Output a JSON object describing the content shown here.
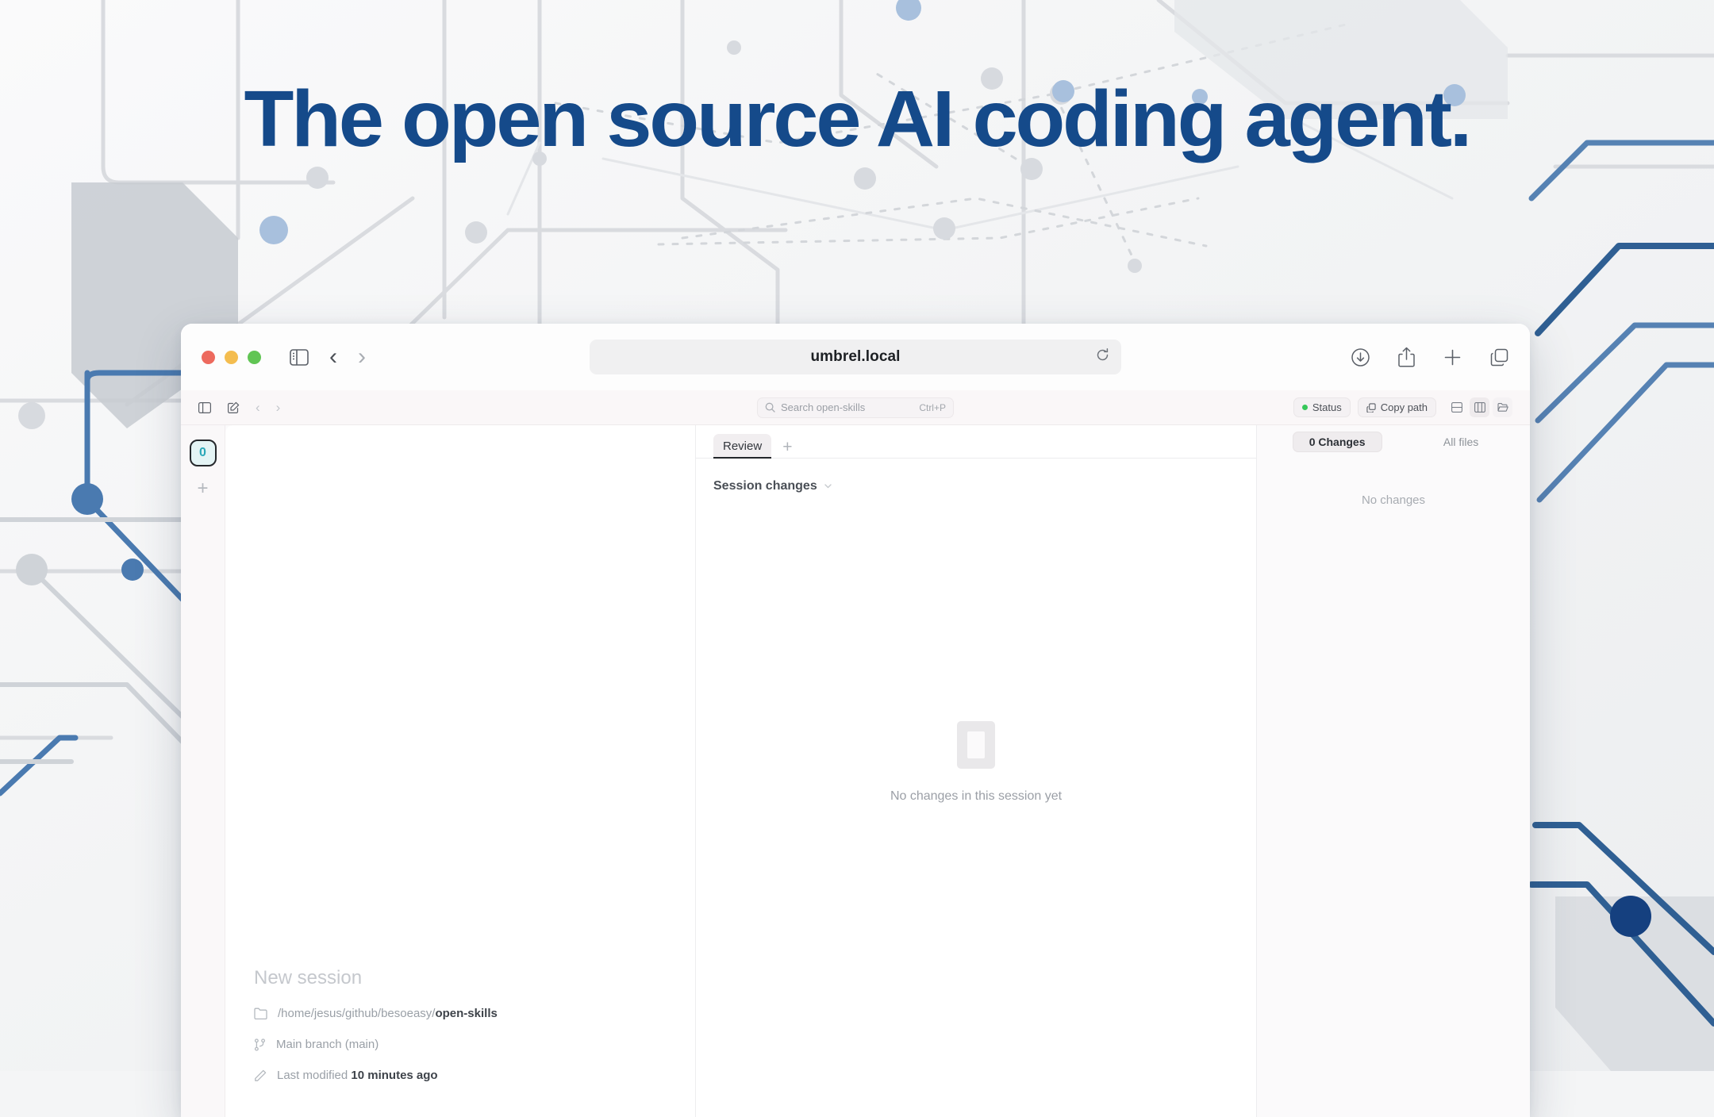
{
  "hero": {
    "headline": "The open source AI coding agent.",
    "headline_color": "#154a8a"
  },
  "browser": {
    "traffic_lights": [
      "close",
      "minimize",
      "maximize"
    ],
    "sidebar_toggle_icon": "sidebar-icon",
    "back_label": "‹",
    "forward_label": "›",
    "url": "umbrel.local",
    "reload_icon": "reload-icon",
    "right_icons": [
      "download-icon",
      "share-icon",
      "new-tab-icon",
      "tab-overview-icon"
    ]
  },
  "app_toolbar": {
    "left_icons": [
      "panel-toggle-icon",
      "compose-icon"
    ],
    "nav_back": "‹",
    "nav_forward": "›",
    "search": {
      "icon": "search-icon",
      "placeholder": "Search open-skills",
      "shortcut": "Ctrl+P"
    },
    "status_label": "Status",
    "status_color": "#36c759",
    "copy_path_label": "Copy path",
    "layout_icons": [
      "split-horizontal-icon",
      "split-vertical-icon",
      "folder-open-icon"
    ]
  },
  "rail": {
    "session_badge": "0",
    "add_label": "+"
  },
  "session": {
    "title": "New session",
    "path_prefix": "/home/jesus/github/besoeasy/",
    "path_repo": "open-skills",
    "branch": "Main branch (main)",
    "modified_prefix": "Last modified ",
    "modified_value": "10 minutes ago"
  },
  "center": {
    "tabs": [
      {
        "label": "Review",
        "active": true
      }
    ],
    "add_tab_label": "+",
    "section_label": "Session changes",
    "chevron": "⌄",
    "empty_text": "No changes in this session yet"
  },
  "right_panel": {
    "segments": [
      {
        "label": "0 Changes",
        "active": true
      },
      {
        "label": "All files",
        "active": false
      }
    ],
    "empty_text": "No changes"
  }
}
